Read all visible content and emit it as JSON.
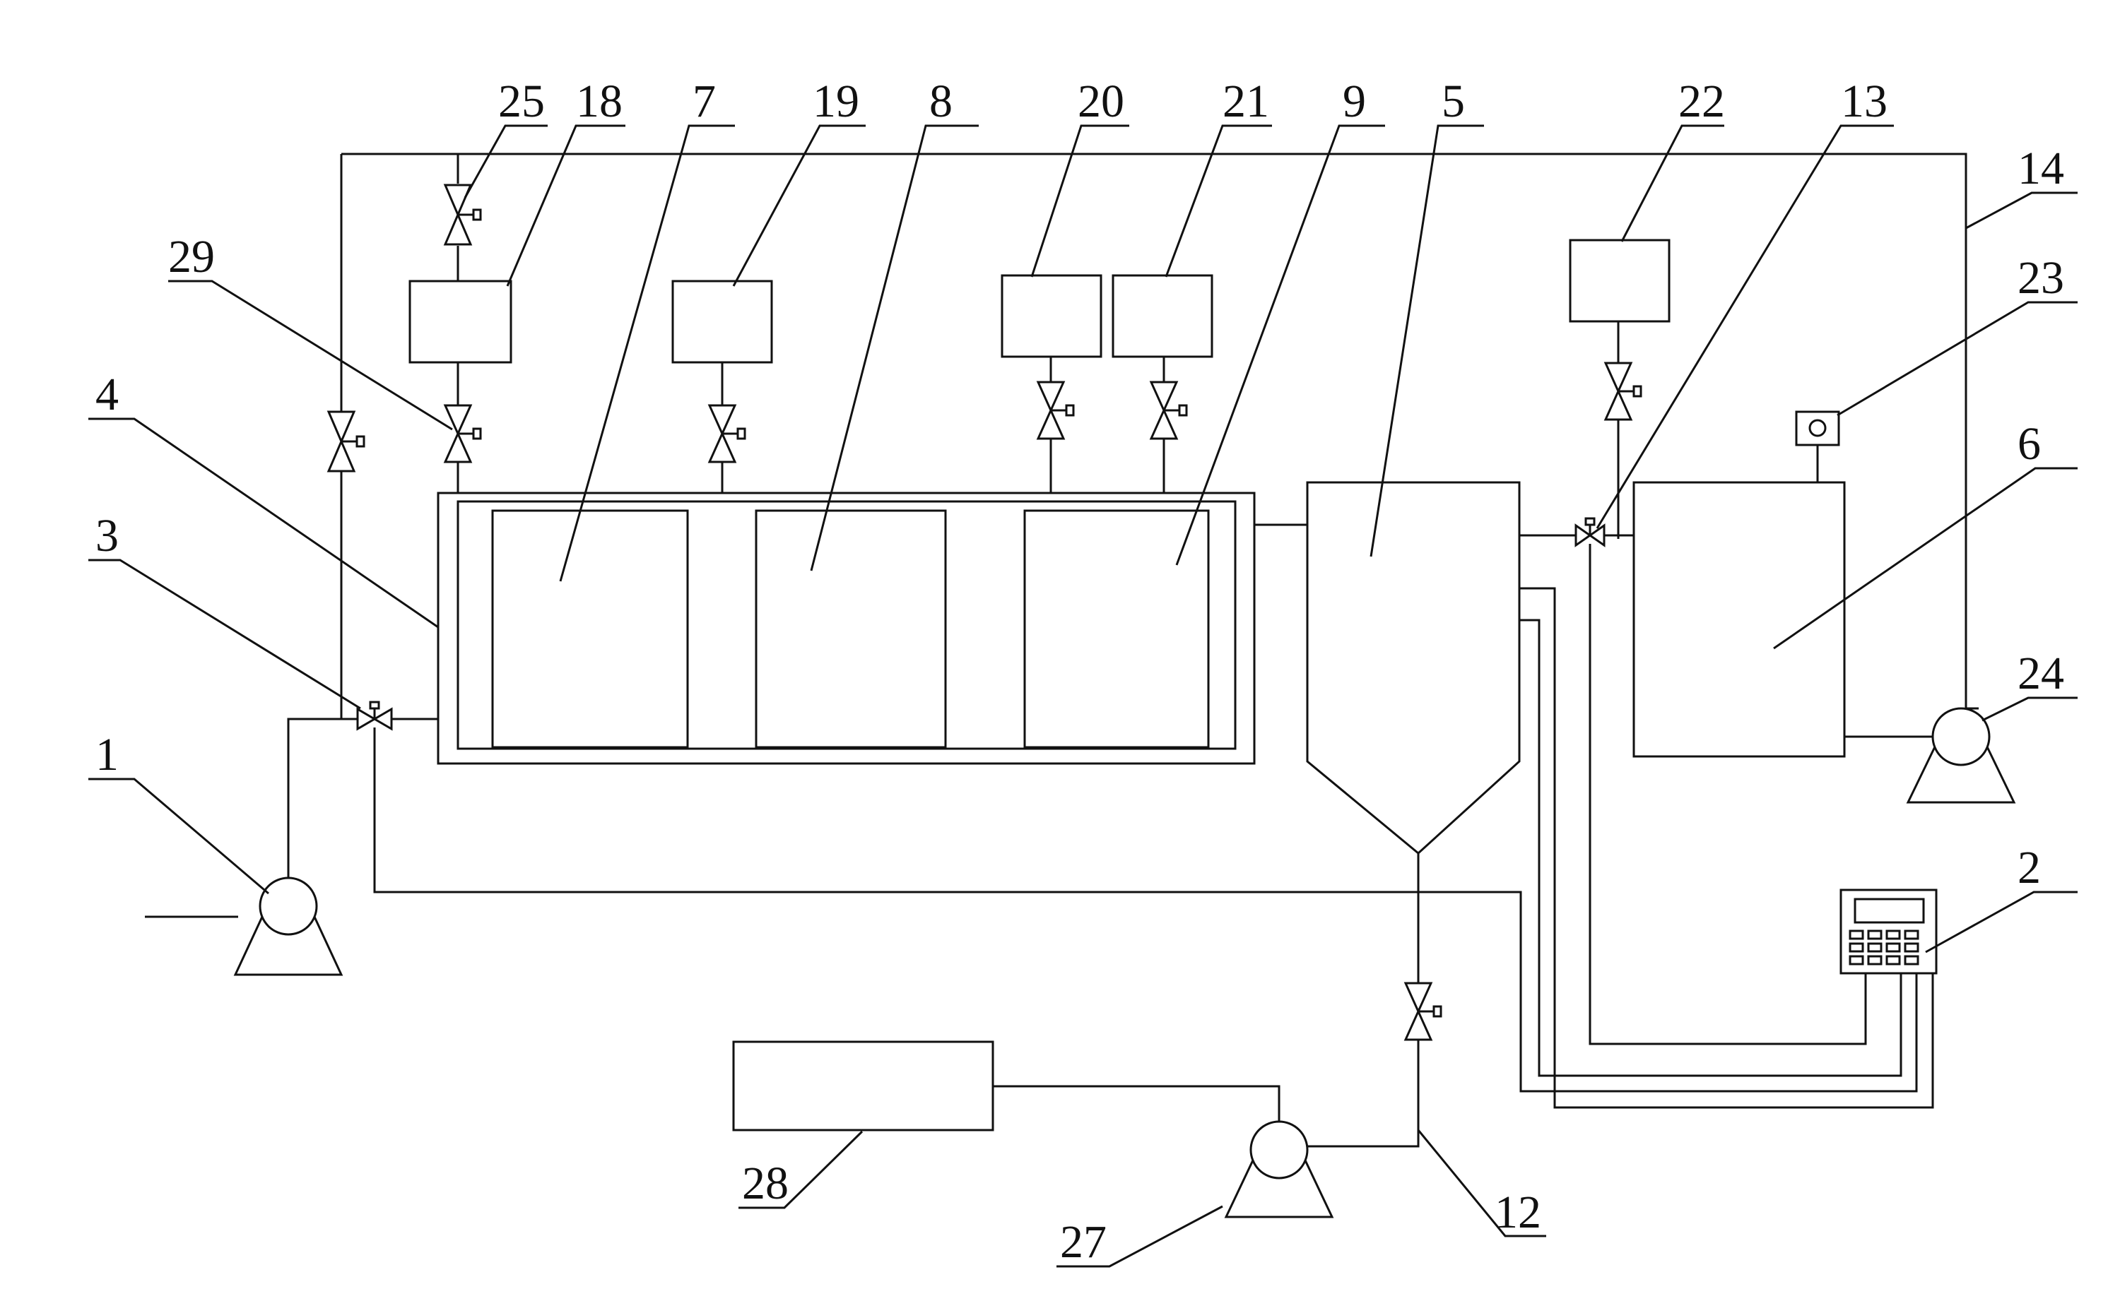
{
  "labels": {
    "c1": "1",
    "c2": "2",
    "c3": "3",
    "c4": "4",
    "c5": "5",
    "c6": "6",
    "c7": "7",
    "c8": "8",
    "c9": "9",
    "c12": "12",
    "c13": "13",
    "c14": "14",
    "c18": "18",
    "c19": "19",
    "c20": "20",
    "c21": "21",
    "c22": "22",
    "c23": "23",
    "c24": "24",
    "c25": "25",
    "c27": "27",
    "c28": "28",
    "c29": "29"
  }
}
